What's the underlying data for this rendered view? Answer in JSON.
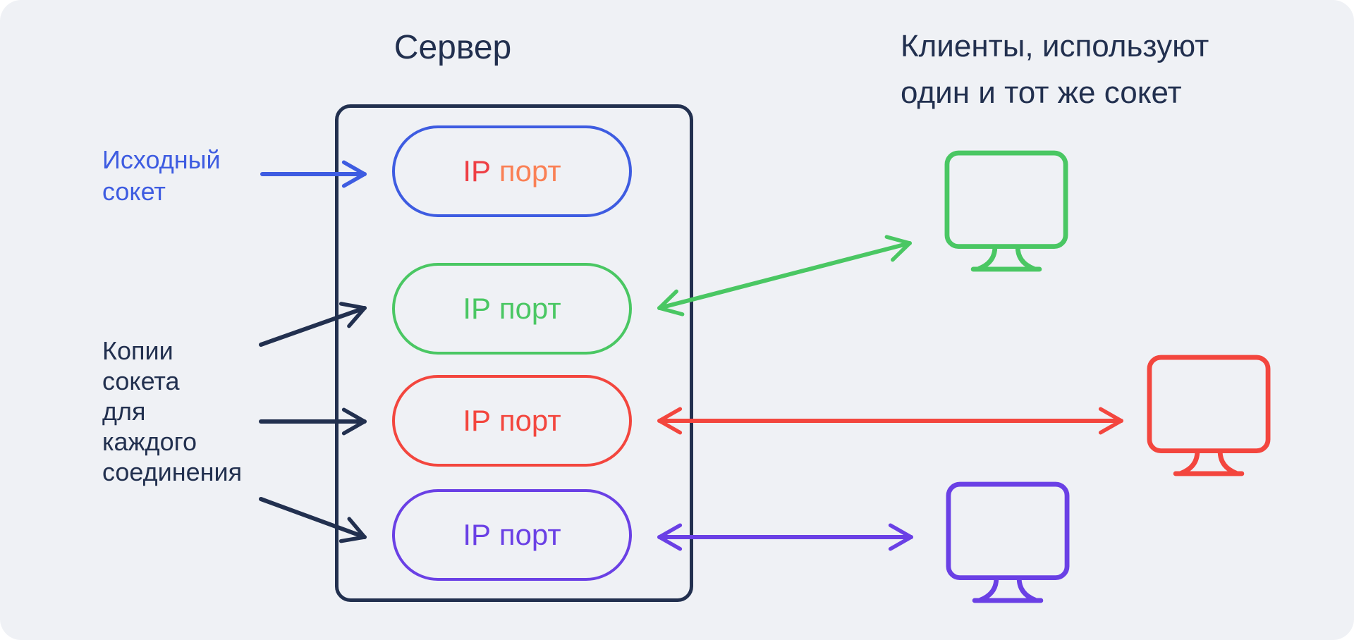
{
  "colors": {
    "bg": "#eff1f5",
    "page": "#ffffff",
    "navy": "#22304f",
    "blue": "#3e5ce1",
    "green": "#4ac763",
    "red": "#f3463e",
    "purple": "#6a40e5",
    "orange": "#fa8055",
    "ip_red": "#ee3f45"
  },
  "titles": {
    "server": "Сервер",
    "clients_line1": "Клиенты, используют",
    "clients_line2": "один и тот же сокет"
  },
  "labels": {
    "source_socket": [
      "Исходный",
      "сокет"
    ],
    "copies": [
      "Копии",
      "сокета",
      "для",
      "каждого",
      "соединения"
    ]
  },
  "server": {
    "ports": [
      {
        "ip": "IP",
        "port": "порт",
        "border": "blue"
      },
      {
        "ip": "IP",
        "port": "порт",
        "border": "green"
      },
      {
        "ip": "IP",
        "port": "порт",
        "border": "red"
      },
      {
        "ip": "IP",
        "port": "порт",
        "border": "purple"
      }
    ]
  },
  "clients": [
    {
      "icon": "monitor-icon",
      "color": "green"
    },
    {
      "icon": "monitor-icon",
      "color": "red"
    },
    {
      "icon": "monitor-icon",
      "color": "purple"
    }
  ]
}
